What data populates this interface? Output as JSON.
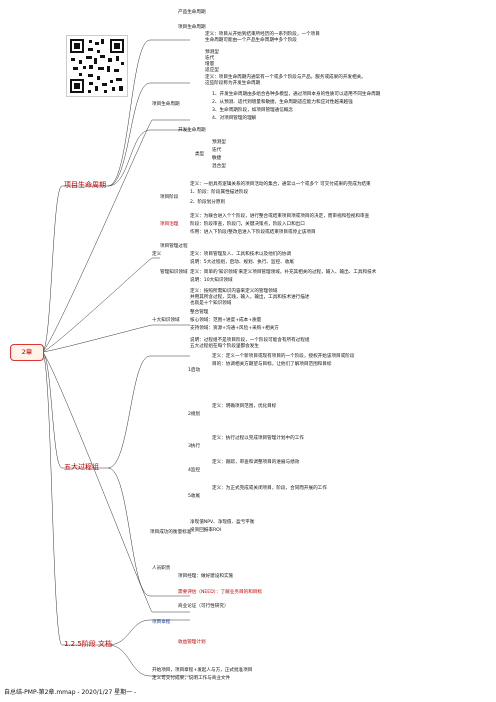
{
  "root": {
    "label": "2章"
  },
  "branches": {
    "pm_basics": "项目生命周期",
    "pm_basics_sub": "项目生命周期",
    "ten_areas": "十大知识领域",
    "five_groups": "五大过程组",
    "phase_1": "1.2.5阶段 文档",
    "define": "定义"
  },
  "qr": {
    "label": "QR code"
  },
  "top_section": {
    "items": [
      "产品生命周期",
      "项目生命周期",
      "定义：项目从开始到结束所经历的一系列阶段，一个项目",
      "生命周期可能由一个产品生命周期中多个阶段",
      "预测型",
      "迭代",
      "增量",
      "适应型",
      "开发生命周期",
      "定义：项目生命周期内通常有一个或多个阶段与产品，服务或成果的开发相关。",
      "这些阶段称为开发生命周期",
      "1、开发生命周期由多组合各种多模型，通过项目本身的性质可以适用不同生命周期",
      "2、从预测、适代到增量和敏捷，生命周期适应能力和应对性越来越强",
      "3、生命周期阶段，如项目管理通信概念",
      "4、对项目管理的理解",
      "预测型",
      "迭代",
      "敏捷",
      "混合型",
      "类型"
    ]
  },
  "define_section": {
    "items": [
      "项目阶段",
      "定义：一组具有逻辑关系的项目活动的集合，通常以一个或多个 可交付成果的完成为结束",
      "1、阶段：阶段属性描述阶段",
      "2、阶段划分原则",
      "项目治理",
      "定义：为联合进入个个阶段，进行整合或结束项目项或项目的决定，而审视和检视和审查",
      "阶段：阶段审查，阶段门，关键决策点，阶段入口和出口",
      "作用：进入下阶段/整改后进入下阶段或结束项目或停止该项目",
      "项目管理过程",
      "定义：项目管理及人、工具和技术以及他们的协调",
      "说明：5大过程组，启动、规划、执行、监控、收尾",
      "管理知识领域",
      "定义：简单的'知识领域'来定义项目管理领域，补充其相关的过程，输入、输出、工具和技术",
      "说明：10大知识领域"
    ]
  },
  "ten_areas_section": {
    "items": [
      "定义：按照所需知识内容来定义的管理领域",
      "并用其所含过程，实践，输入，输出，工具和技术进行描述",
      "也就是十个知识领域",
      "整合管理",
      "核心领域：范围+进度+成本+质量",
      "支持领域：资源+沟通+风险+采购+相关方"
    ]
  },
  "five_groups_section": {
    "items": [
      "说明：过程组不是项目阶段，一个阶段可能含有所有过程组",
      "五大过程组在每个阶段里都会发生",
      "1启动",
      "定义：定义一个新项目或现有项目的一个阶段，授权开始该项目或阶段",
      "目的：协调相关方期望与目标，让他们了解项目范围和目标",
      "2规划",
      "定义：明确项目范围，优化目标",
      "3执行",
      "定义：执行过程以完成项目管理计划中的工作",
      "4监控",
      "定义：跟踪，审查和调整项目的进展与绩效",
      "5收尾",
      "定义：为正式完成或关闭项目，阶段，合同而开展的工作",
      "项目成功的衡量标准",
      "净现值NPV、净现值、盈亏平衡",
      "投资回报率ROI"
    ]
  },
  "doc_section": {
    "items": [
      "人员职责",
      "项目经理：做好建设和实施",
      "需要评估（NEED）：了解业务目的和目标",
      "商业论证（可行性研究）",
      "项目章程",
      "收益管理计划",
      "开始项目，项目章程+发起人与方，正式批准项目",
      "定义可交付成果，说明工作与商业文件"
    ]
  },
  "footer": {
    "text": "自总结-PMP-第2章.mmap - 2020/1/27 星期一 -"
  }
}
